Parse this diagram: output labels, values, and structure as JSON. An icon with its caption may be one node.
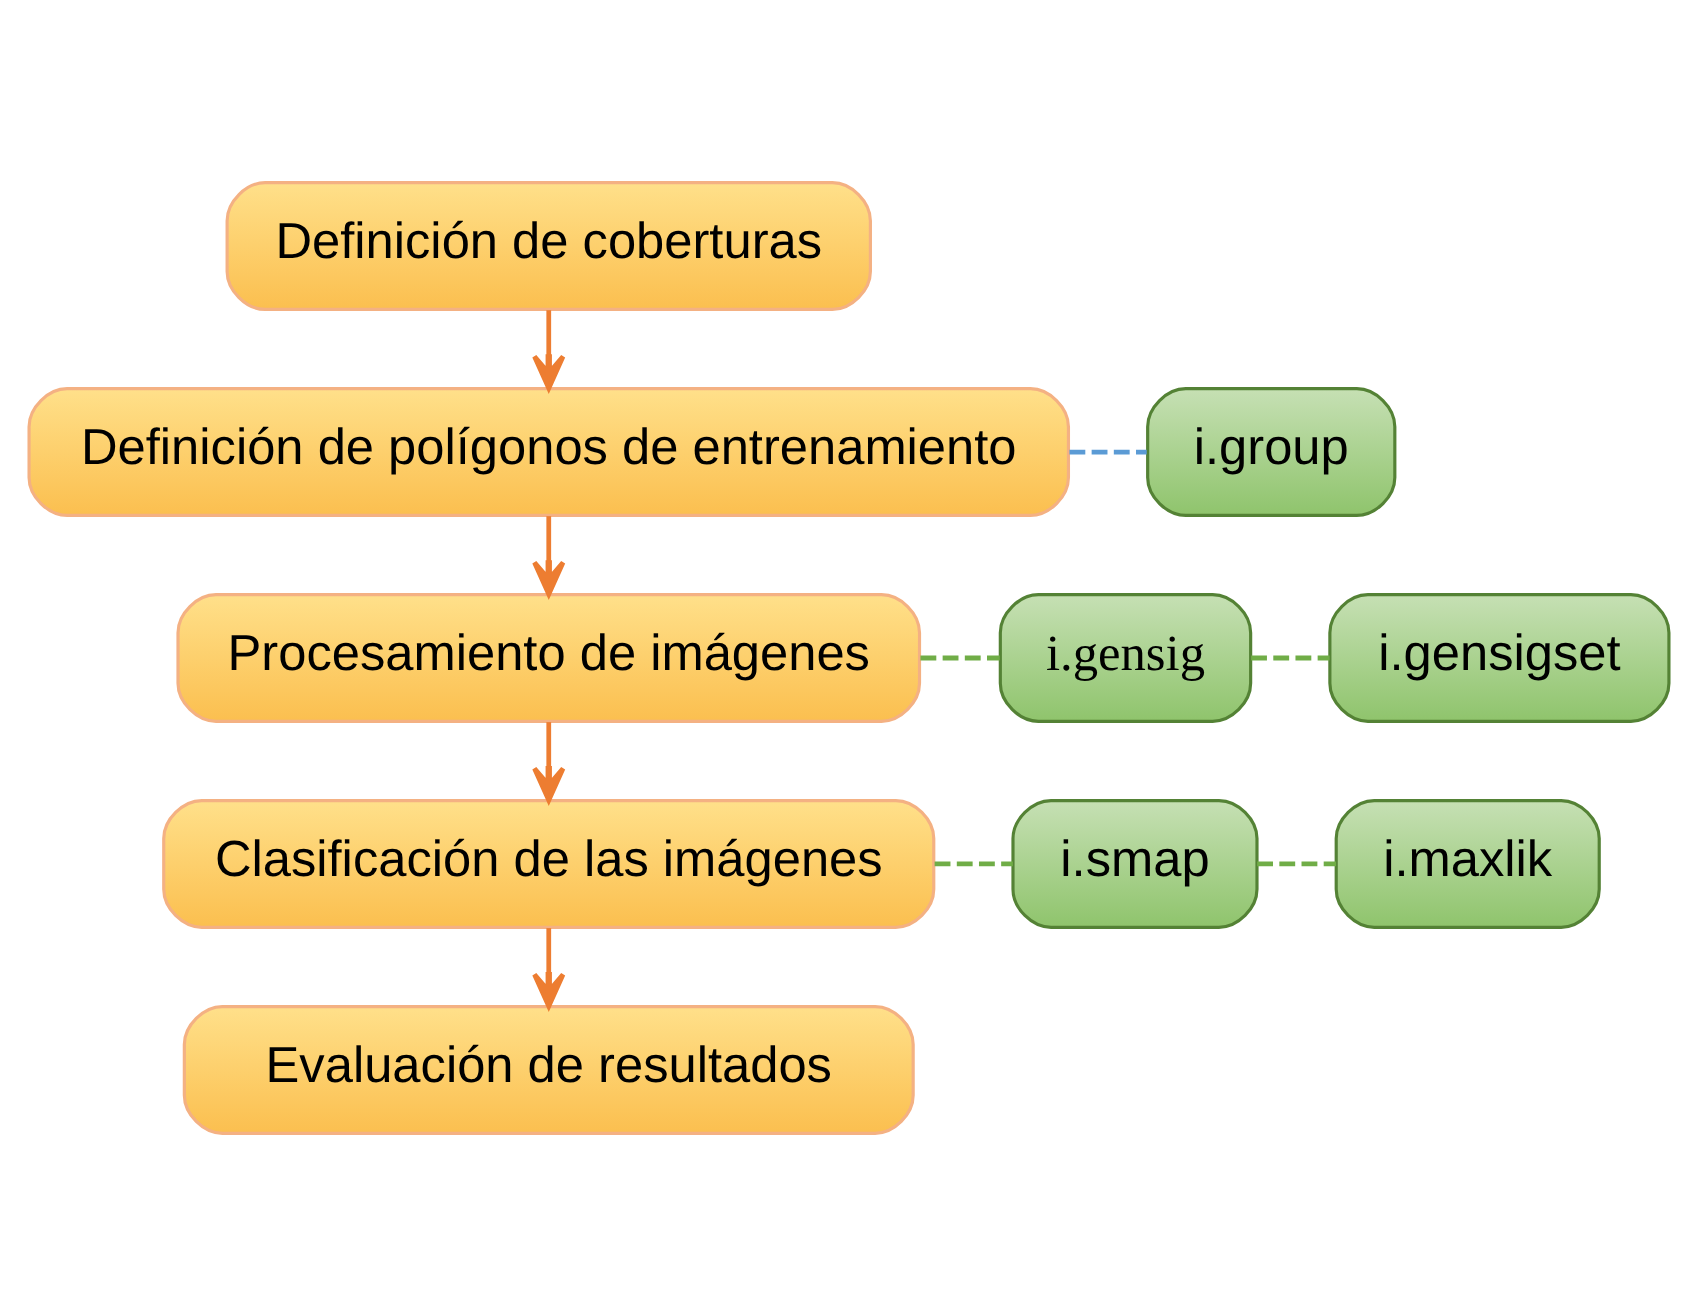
{
  "diagram": {
    "nodes": [
      {
        "text": [
          "Definición de coberturas"
        ]
      },
      {
        "text": [
          "Definición de polígonos de entrenamiento"
        ]
      },
      {
        "text": [
          "Procesamiento de imágenes"
        ]
      },
      {
        "text": [
          "Clasificación de las imágenes"
        ]
      },
      {
        "text": [
          "Evaluación de resultados"
        ]
      },
      {
        "text": [
          "i.group"
        ]
      },
      {
        "text": [
          "i.gensig"
        ]
      },
      {
        "text": [
          "i.gensigset"
        ]
      },
      {
        "text": [
          "i.smap"
        ]
      },
      {
        "text": [
          "i.maxlik"
        ]
      }
    ],
    "edges": [
      {
        "from": 0,
        "to": 1,
        "arrow": "to",
        "color": "#ed7d31"
      },
      {
        "from": 1,
        "to": 2,
        "arrow": "to",
        "color": "#ed7d31"
      },
      {
        "from": 2,
        "to": 3,
        "arrow": "to",
        "color": "#ed7d31"
      },
      {
        "from": 3,
        "to": 4,
        "arrow": "to",
        "color": "#ed7d31"
      },
      {
        "from": 1,
        "to": 5,
        "arrow": "none",
        "style": "dashed",
        "color": "#5b9bd5"
      },
      {
        "from": 2,
        "to": 6,
        "arrow": "none",
        "style": "dashed",
        "color": "#70ad47"
      },
      {
        "from": 6,
        "to": 7,
        "arrow": "none",
        "style": "dashed",
        "color": "#70ad47"
      },
      {
        "from": 3,
        "to": 8,
        "arrow": "none",
        "style": "dashed",
        "color": "#70ad47"
      },
      {
        "from": 8,
        "to": 9,
        "arrow": "none",
        "style": "dashed",
        "color": "#70ad47"
      }
    ]
  }
}
